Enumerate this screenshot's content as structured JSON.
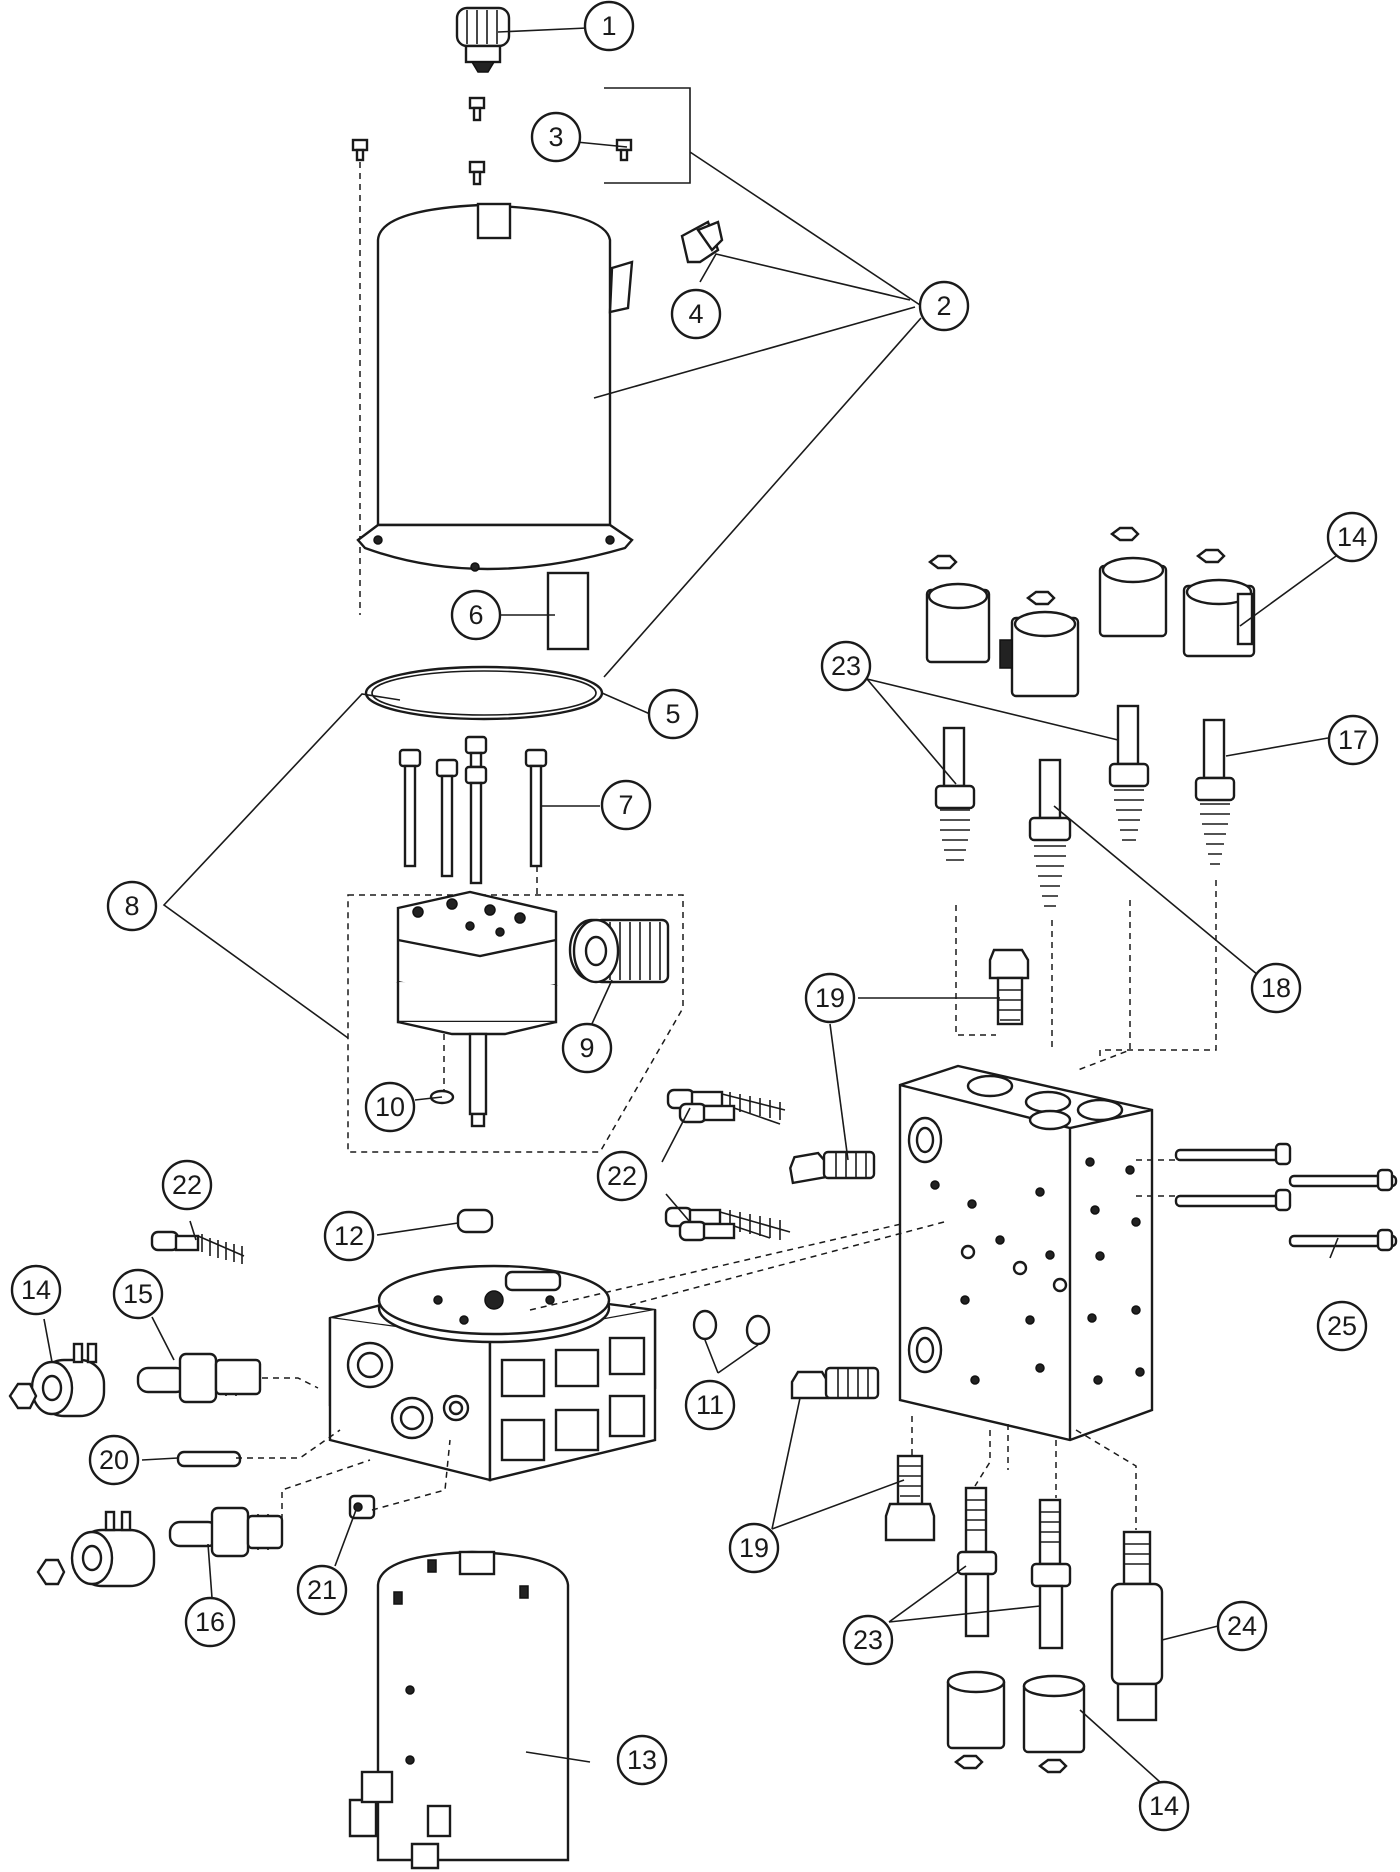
{
  "diagram": {
    "type": "exploded-parts-diagram",
    "callouts": [
      "1",
      "2",
      "3",
      "4",
      "5",
      "6",
      "7",
      "8",
      "9",
      "10",
      "11",
      "12",
      "13",
      "14",
      "14",
      "14",
      "15",
      "16",
      "17",
      "18",
      "19",
      "19",
      "20",
      "21",
      "22",
      "22",
      "23",
      "23",
      "24",
      "25"
    ]
  }
}
